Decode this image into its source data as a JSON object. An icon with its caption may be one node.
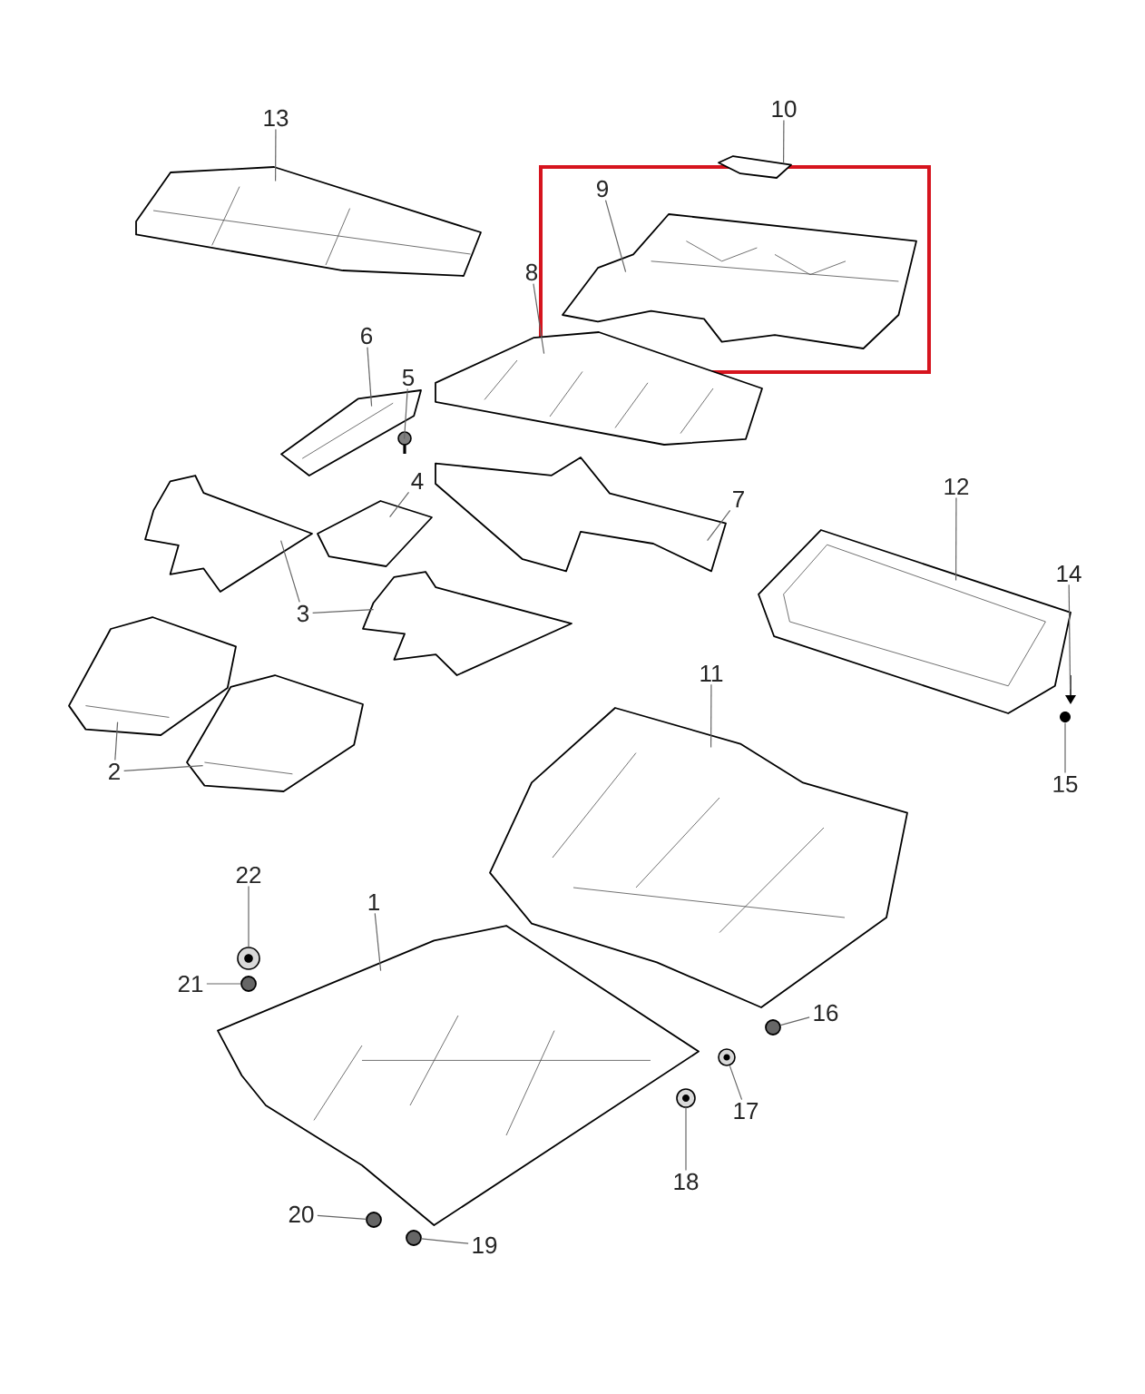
{
  "diagram": {
    "nodes": [
      {
        "text": [
          "10"
        ]
      },
      {
        "text": [],
        "shape": "picture"
      },
      {
        "text": [
          "13"
        ]
      },
      {
        "text": [],
        "shape": "picture"
      },
      {
        "text": [
          "9"
        ]
      },
      {
        "text": [],
        "shape": "picture"
      },
      {
        "text": [
          "8"
        ]
      },
      {
        "text": [],
        "shape": "picture"
      },
      {
        "text": [
          "6"
        ]
      },
      {
        "text": [],
        "shape": "picture"
      },
      {
        "text": [
          "5"
        ]
      },
      {
        "text": [],
        "shape": "picture"
      },
      {
        "text": [
          "4"
        ]
      },
      {
        "text": [],
        "shape": "picture"
      },
      {
        "text": [
          "12"
        ]
      },
      {
        "text": [],
        "shape": "picture"
      },
      {
        "text": [
          "7"
        ]
      },
      {
        "text": [],
        "shape": "picture"
      },
      {
        "text": [
          "3"
        ]
      },
      {
        "text": [],
        "shape": "picture"
      },
      {
        "text": [],
        "shape": "picture"
      },
      {
        "text": [
          "14"
        ]
      },
      {
        "text": [],
        "shape": "picture"
      },
      {
        "text": [
          "11"
        ]
      },
      {
        "text": [],
        "shape": "picture"
      },
      {
        "text": [
          "2"
        ]
      },
      {
        "text": [],
        "shape": "picture"
      },
      {
        "text": [],
        "shape": "picture"
      },
      {
        "text": [
          "15"
        ]
      },
      {
        "text": [],
        "shape": "picture"
      },
      {
        "text": [
          "22"
        ]
      },
      {
        "text": [],
        "shape": "picture"
      },
      {
        "text": [
          "1"
        ]
      },
      {
        "text": [],
        "shape": "picture"
      },
      {
        "text": [
          "21"
        ]
      },
      {
        "text": [],
        "shape": "circle"
      },
      {
        "text": [
          "16"
        ]
      },
      {
        "text": [],
        "shape": "circle"
      },
      {
        "text": [
          "17"
        ]
      },
      {
        "text": [],
        "shape": "picture"
      },
      {
        "text": [
          "18"
        ]
      },
      {
        "text": [],
        "shape": "picture"
      },
      {
        "text": [
          "20"
        ]
      },
      {
        "text": [],
        "shape": "circle"
      },
      {
        "text": [
          "19"
        ]
      },
      {
        "text": [],
        "shape": "circle"
      }
    ],
    "edges": [
      {
        "from": 0,
        "to": 1,
        "arrow": "none"
      },
      {
        "from": 2,
        "to": 3,
        "arrow": "none"
      },
      {
        "from": 4,
        "to": 5,
        "arrow": "none"
      },
      {
        "from": 6,
        "to": 7,
        "arrow": "none"
      },
      {
        "from": 8,
        "to": 9,
        "arrow": "none"
      },
      {
        "from": 10,
        "to": 11,
        "arrow": "none"
      },
      {
        "from": 12,
        "to": 13,
        "arrow": "none"
      },
      {
        "from": 14,
        "to": 15,
        "arrow": "none"
      },
      {
        "from": 16,
        "to": 17,
        "arrow": "none"
      },
      {
        "from": 18,
        "to": 19,
        "arrow": "none"
      },
      {
        "from": 18,
        "to": 20,
        "arrow": "none"
      },
      {
        "from": 21,
        "to": 22,
        "arrow": "none"
      },
      {
        "from": 23,
        "to": 24,
        "arrow": "none"
      },
      {
        "from": 25,
        "to": 26,
        "arrow": "none"
      },
      {
        "from": 25,
        "to": 27,
        "arrow": "none"
      },
      {
        "from": 28,
        "to": 29,
        "arrow": "none"
      },
      {
        "from": 30,
        "to": 31,
        "arrow": "none"
      },
      {
        "from": 32,
        "to": 33,
        "arrow": "none"
      },
      {
        "from": 34,
        "to": 35,
        "arrow": "none"
      },
      {
        "from": 36,
        "to": 37,
        "arrow": "none"
      },
      {
        "from": 38,
        "to": 39,
        "arrow": "none"
      },
      {
        "from": 40,
        "to": 41,
        "arrow": "none"
      },
      {
        "from": 42,
        "to": 43,
        "arrow": "none"
      },
      {
        "from": 44,
        "to": 45,
        "arrow": "none"
      }
    ]
  }
}
